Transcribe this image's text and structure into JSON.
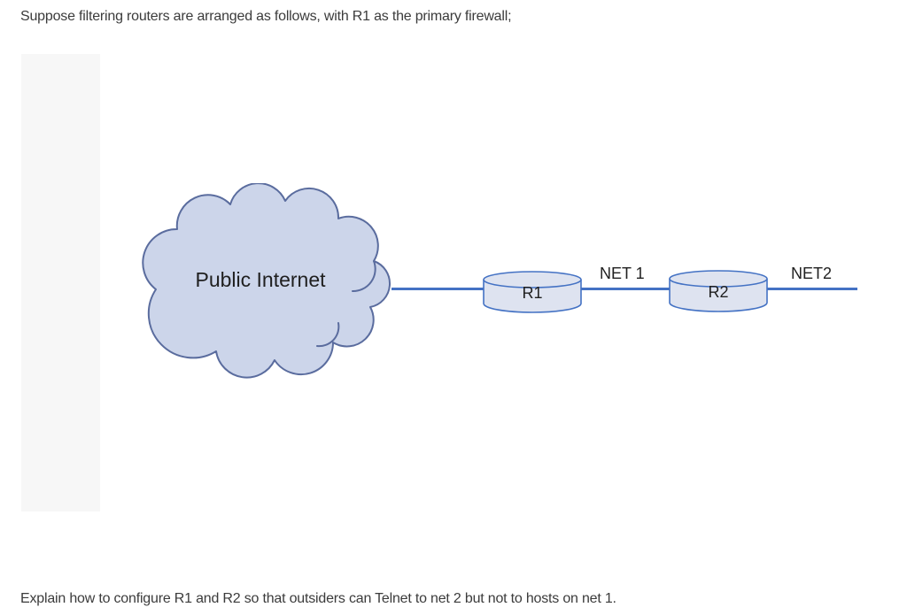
{
  "page": {
    "prompt": "Suppose filtering routers are arranged as follows, with R1 as the primary firewall;",
    "footer": "Explain how to configure R1 and R2 so that outsiders can Telnet to net 2 but not to hosts on net 1."
  },
  "diagram": {
    "cloud_label": "Public Internet",
    "routers": [
      {
        "id": "R1"
      },
      {
        "id": "R2"
      }
    ],
    "net_labels": [
      "NET 1",
      "NET2"
    ],
    "colors": {
      "link_line": "#4472c4",
      "cylinder_fill": "#dee3f0",
      "cylinder_border": "#4472c4",
      "cloud_fill": "#ccd5ea",
      "cloud_border": "#5a6c9e",
      "label_text": "#1f1f1f",
      "body_text": "#3b3b3b",
      "left_panel_bg": "#f7f7f7"
    }
  }
}
